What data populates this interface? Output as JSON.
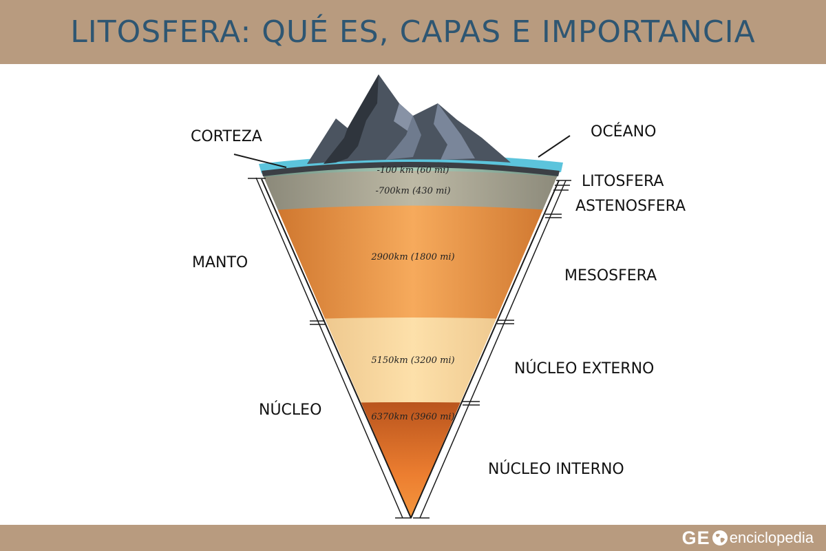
{
  "header": {
    "title": "LITOSFERA: QUÉ ES, CAPAS E IMPORTANCIA",
    "background": "#b89b7f",
    "text_color": "#2e5672"
  },
  "labels": {
    "corteza": "CORTEZA",
    "oceano": "OCÉANO",
    "litosfera": "LITOSFERA",
    "astenosfera": "ASTENOSFERA",
    "manto": "MANTO",
    "mesosfera": "MESOSFERA",
    "nucleo": "NÚCLEO",
    "nucleo_externo": "NÚCLEO EXTERNO",
    "nucleo_interno": "NÚCLEO INTERNO"
  },
  "depths": {
    "litosfera": "-100 km (60 mi)",
    "astenosfera": "-700km (430 mi)",
    "mesosfera": "2900km (1800 mi)",
    "nucleo_externo": "5150km (3200 mi)",
    "nucleo_interno": "6370km (3960 mi)"
  },
  "colors": {
    "ocean": "#58c0d8",
    "crust": "#3b3f45",
    "litosfera": "#9cc4b0",
    "astenosfera": "#a8a493",
    "mesosfera": "#f2a85a",
    "nucleo_externo": "#f9d9a0",
    "nucleo_interno": "#e8782c",
    "mountain": "#5f6a7c"
  },
  "footer": {
    "logo_geo": "GE",
    "logo_rest": "enciclopedia",
    "background": "#b89b7f"
  }
}
